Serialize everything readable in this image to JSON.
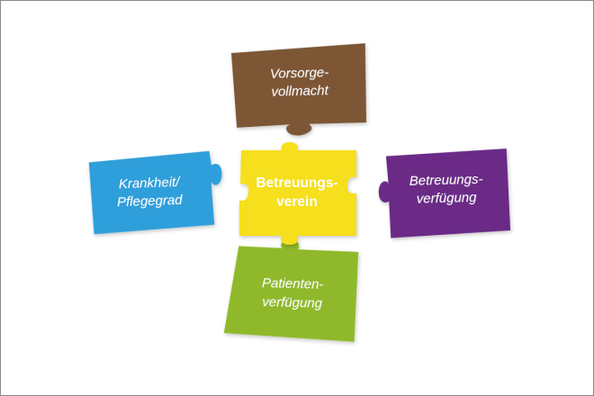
{
  "pieces": {
    "top": {
      "line1": "Vorsorge-",
      "line2": "vollmacht",
      "color": "#7d5635"
    },
    "left": {
      "line1": "Krankheit/",
      "line2": "Pflegegrad",
      "color": "#2e9fda"
    },
    "center": {
      "line1": "Betreuungs-",
      "line2": "verein",
      "color": "#f6df1a"
    },
    "right": {
      "line1": "Betreuungs-",
      "line2": "verfügung",
      "color": "#6a2a86"
    },
    "bottom": {
      "line1": "Patienten-",
      "line2": "verfügung",
      "color": "#8fb92b"
    }
  }
}
